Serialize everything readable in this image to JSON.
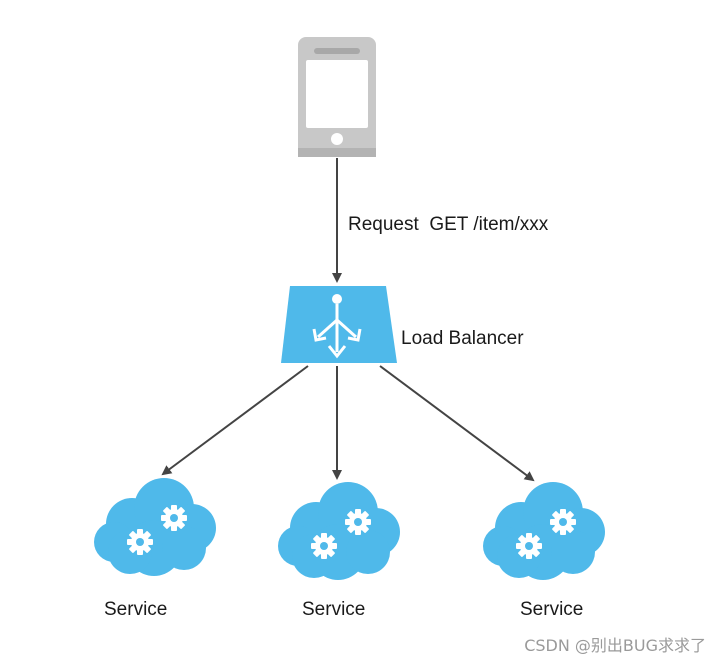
{
  "client": {
    "icon": "smartphone-icon"
  },
  "request": {
    "label": "Request  GET /item/xxx"
  },
  "load_balancer": {
    "label": "Load Balancer",
    "icon": "load-balancer-icon"
  },
  "services": [
    {
      "label": "Service",
      "icon": "cloud-gears-icon"
    },
    {
      "label": "Service",
      "icon": "cloud-gears-icon"
    },
    {
      "label": "Service",
      "icon": "cloud-gears-icon"
    }
  ],
  "watermark": {
    "text": "CSDN @别出BUG求求了"
  },
  "colors": {
    "accent": "#4fb9ea",
    "phone_body": "#c8c8c8",
    "phone_screen": "#ffffff",
    "arrow": "#444444"
  }
}
